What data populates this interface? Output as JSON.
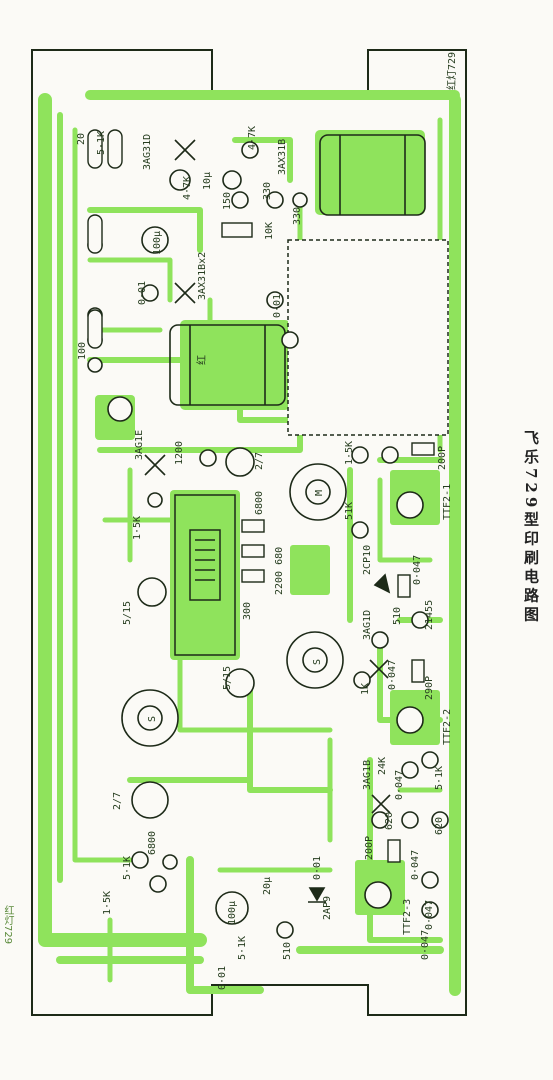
{
  "caption": "飞乐729型印刷电路图",
  "side_mark": "红灯729",
  "corner_mark": "红灯729",
  "colors": {
    "copper": "#8fe35c",
    "copper_dark": "#5fc23a",
    "ink": "#1d2a18",
    "paper": "#fbfaf6"
  },
  "labels": [
    {
      "t": "20"
    },
    {
      "t": "5·1K"
    },
    {
      "t": "3AG31D"
    },
    {
      "t": "4·7K"
    },
    {
      "t": "3AX31B"
    },
    {
      "t": "4·7K"
    },
    {
      "t": "10μ"
    },
    {
      "t": "330"
    },
    {
      "t": "330"
    },
    {
      "t": "100μ"
    },
    {
      "t": "150"
    },
    {
      "t": "10K"
    },
    {
      "t": "0·01"
    },
    {
      "t": "3AX31Bx2"
    },
    {
      "t": "0·01"
    },
    {
      "t": "100"
    },
    {
      "t": "3AG1E"
    },
    {
      "t": "1200"
    },
    {
      "t": "1·5K"
    },
    {
      "t": "2/7"
    },
    {
      "t": "6800"
    },
    {
      "t": "1·5K"
    },
    {
      "t": "200P"
    },
    {
      "t": "51K"
    },
    {
      "t": "5/15"
    },
    {
      "t": "2200 680"
    },
    {
      "t": "300"
    },
    {
      "t": "2CP10"
    },
    {
      "t": "0·047"
    },
    {
      "t": "3AG1D"
    },
    {
      "t": "510"
    },
    {
      "t": "21455"
    },
    {
      "t": "TTF2-1"
    },
    {
      "t": "5/15"
    },
    {
      "t": "1K"
    },
    {
      "t": "0·047"
    },
    {
      "t": "2/7"
    },
    {
      "t": "TTF2-2"
    },
    {
      "t": "290P"
    },
    {
      "t": "3AG1B"
    },
    {
      "t": "24K"
    },
    {
      "t": "0·047"
    },
    {
      "t": "620"
    },
    {
      "t": "200P"
    },
    {
      "t": "5·1K"
    },
    {
      "t": "620"
    },
    {
      "t": "6800"
    },
    {
      "t": "5·1K"
    },
    {
      "t": "1·5K"
    },
    {
      "t": "0·047"
    },
    {
      "t": "0·047"
    },
    {
      "t": "20μ"
    },
    {
      "t": "100μ"
    },
    {
      "t": "0·01"
    },
    {
      "t": "2AP9"
    },
    {
      "t": "510"
    },
    {
      "t": "5·1K"
    },
    {
      "t": "0·01"
    },
    {
      "t": "TTF2-3"
    },
    {
      "t": "0·047"
    },
    {
      "t": "红"
    },
    {
      "t": "M"
    },
    {
      "t": "S"
    },
    {
      "t": "S"
    }
  ]
}
